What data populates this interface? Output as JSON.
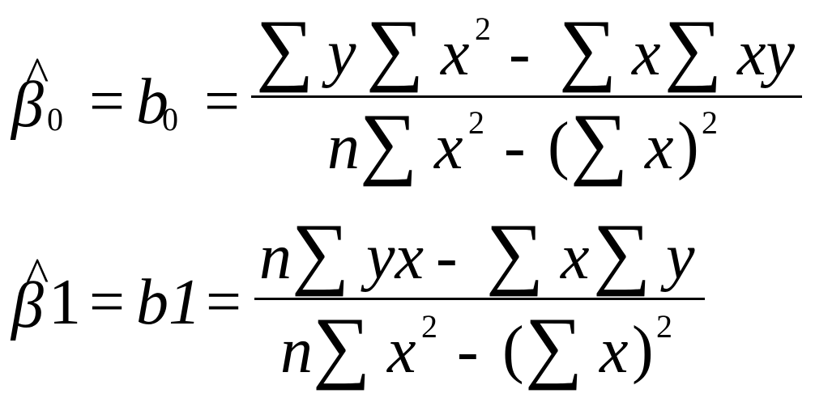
{
  "formula_beta0": {
    "lhs_symbol": "β",
    "hat": "^",
    "lhs_subscript": "0",
    "eq1": "=",
    "b_symbol": "b",
    "b_subscript": "0",
    "eq2": "=",
    "numerator": {
      "sigma1": "∑",
      "y": "y",
      "sigma2": "∑",
      "x": "x",
      "exp": "2",
      "minus": "-",
      "sigma3": "∑",
      "x2": "x",
      "sigma4": "∑",
      "xy": "xy"
    },
    "denominator": {
      "n": "n",
      "sigma1": "∑",
      "x": "x",
      "exp": "2",
      "minus": "-",
      "lparen": "(",
      "sigma2": "∑",
      "x2": "x",
      "rparen": ")",
      "exp2": "2"
    }
  },
  "formula_beta1": {
    "lhs_symbol": "β",
    "hat": "^",
    "lhs_index": "1",
    "eq1": "=",
    "b_label": "b1",
    "eq2": "=",
    "numerator": {
      "n": "n",
      "sigma1": "∑",
      "yx": "yx",
      "minus": "-",
      "sigma2": "∑",
      "x": "x",
      "sigma3": "∑",
      "y": "y"
    },
    "denominator": {
      "n": "n",
      "sigma1": "∑",
      "x": "x",
      "exp": "2",
      "minus": "-",
      "lparen": "(",
      "sigma2": "∑",
      "x2": "x",
      "rparen": ")",
      "exp2": "2"
    }
  }
}
